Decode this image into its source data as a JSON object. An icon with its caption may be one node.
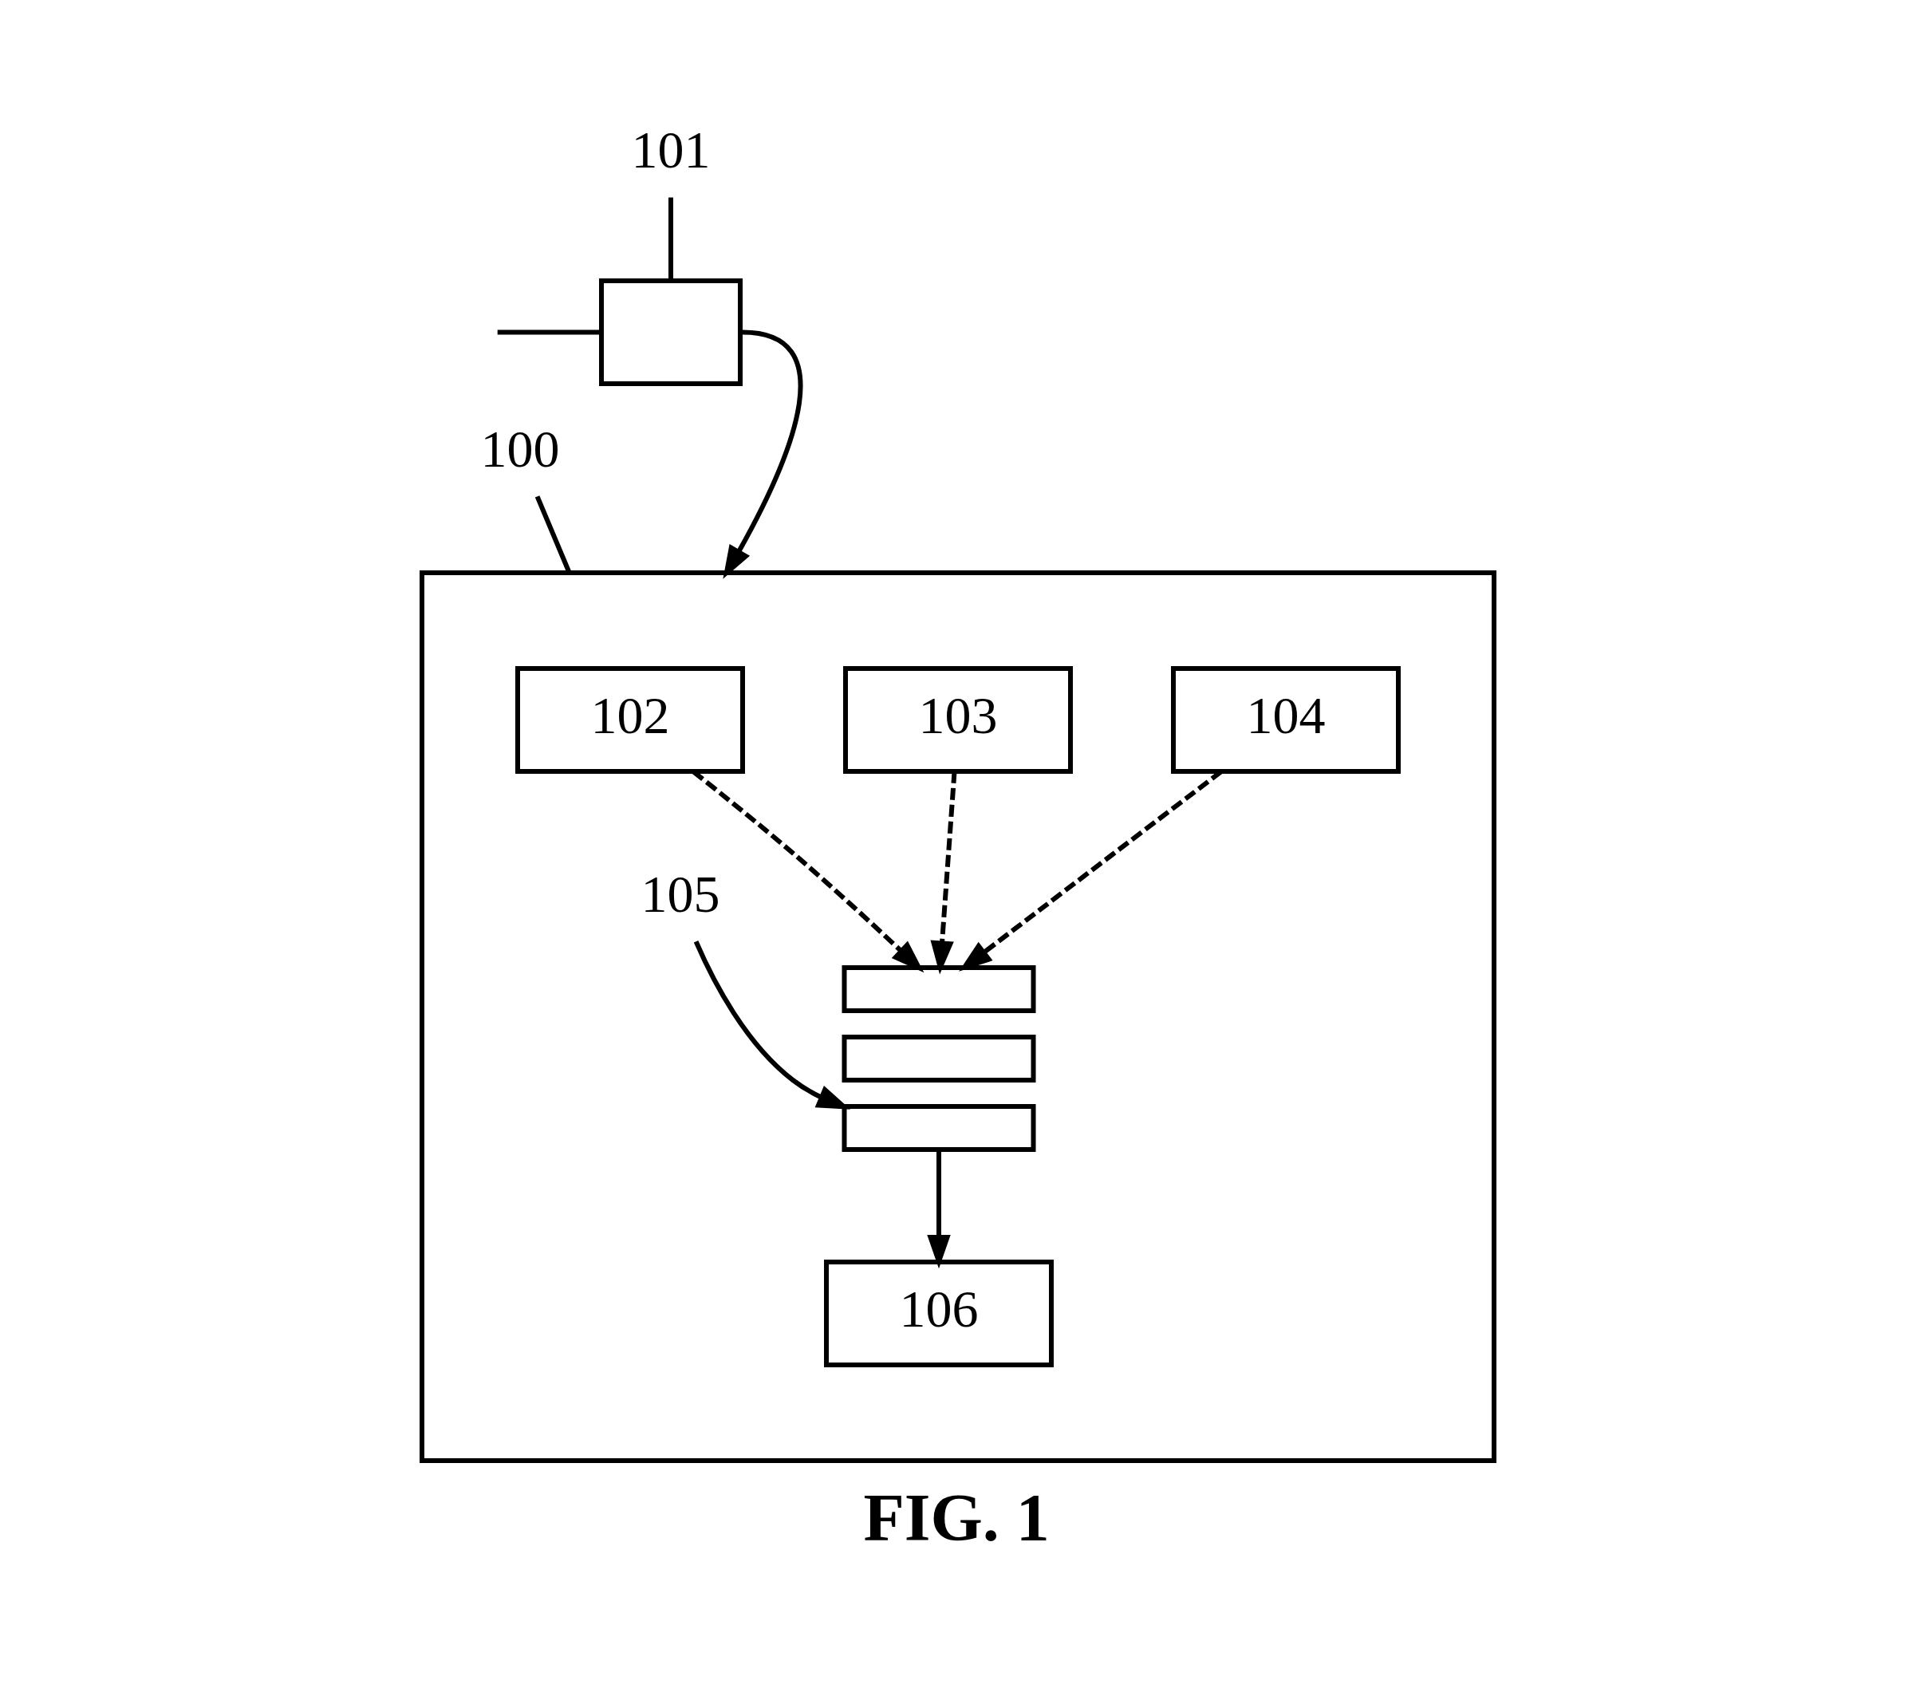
{
  "diagram": {
    "caption": "FIG. 1",
    "nodes": [
      {
        "text": [
          "100"
        ]
      },
      {
        "text": [
          "101"
        ]
      },
      {
        "text": [],
        "shape": "box"
      },
      {
        "text": [],
        "shape": "box"
      },
      {
        "text": [
          "102"
        ],
        "in": 3
      },
      {
        "text": [
          "103"
        ],
        "in": 3
      },
      {
        "text": [
          "104"
        ],
        "in": 3
      },
      {
        "text": [],
        "shape": "box",
        "in": 3
      },
      {
        "text": [],
        "shape": "box",
        "in": 3
      },
      {
        "text": [],
        "shape": "box",
        "in": 3
      },
      {
        "text": [
          "105"
        ],
        "in": 3
      },
      {
        "text": [
          "106"
        ],
        "in": 3
      }
    ],
    "edges": [
      {
        "from": 0,
        "to": 3,
        "arrow": "none"
      },
      {
        "from": 1,
        "to": 2,
        "arrow": "none"
      },
      {
        "from": null,
        "to": 2,
        "arrow": "none"
      },
      {
        "from": 2,
        "to": 3,
        "arrow": "to"
      },
      {
        "from": 4,
        "to": 7,
        "arrow": "to",
        "style": "dashed"
      },
      {
        "from": 5,
        "to": 7,
        "arrow": "to",
        "style": "dashed"
      },
      {
        "from": 6,
        "to": 7,
        "arrow": "to",
        "style": "dashed"
      },
      {
        "from": 10,
        "to": 9,
        "arrow": "to"
      },
      {
        "from": 9,
        "to": 11,
        "arrow": "to"
      }
    ]
  }
}
